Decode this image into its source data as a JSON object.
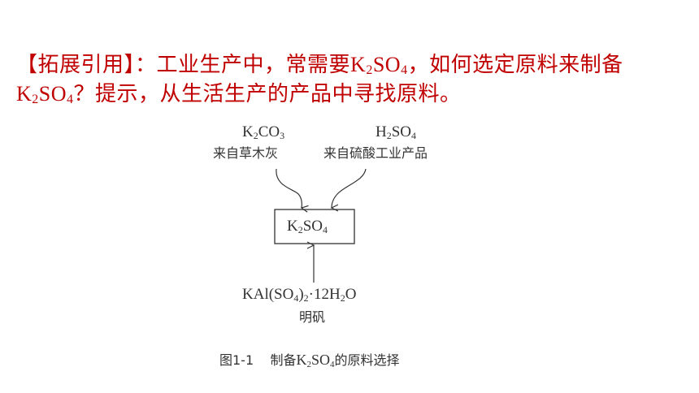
{
  "heading": {
    "bracket_title": "【拓展引用】",
    "colon": "：",
    "text1": "工业生产中，常需要",
    "k2so4_k": "K",
    "k2so4_2": "2",
    "k2so4_so": "SO",
    "k2so4_4": "4",
    "text2": "，如何选定原料来制备",
    "text3": "？提示，从生活生产的产品中寻找原料。"
  },
  "diagram": {
    "left_formula": {
      "a": "K",
      "s1": "2",
      "b": "CO",
      "s2": "3"
    },
    "left_source": "来自草木灰",
    "right_formula": {
      "a": "H",
      "s1": "2",
      "b": "SO",
      "s2": "4"
    },
    "right_source": "来自硫酸工业产品",
    "center_formula": {
      "a": "K",
      "s1": "2",
      "b": "SO",
      "s2": "4"
    },
    "bottom_formula": {
      "a": "KAl(SO",
      "s1": "4",
      "b": ")",
      "s2": "2",
      "c": "·12H",
      "s3": "2",
      "d": "O"
    },
    "bottom_source": "明矾"
  },
  "caption": {
    "label": "图1-1",
    "text1": "制备",
    "chem_a": "K",
    "chem_s1": "2",
    "chem_b": "SO",
    "chem_s2": "4",
    "text2": "的原料选择"
  }
}
